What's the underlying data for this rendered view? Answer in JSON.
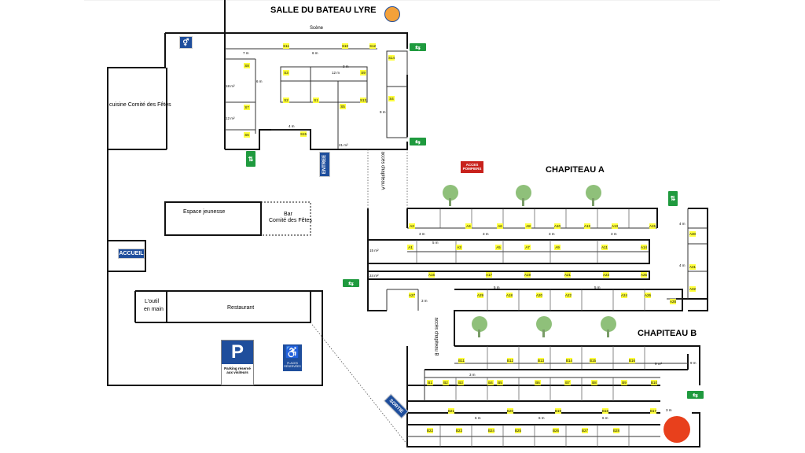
{
  "titles": {
    "salle": "SALLE DU BATEAU LYRE",
    "chapiteau_a": "CHAPITEAU A",
    "chapiteau_b": "CHAPITEAU B"
  },
  "rooms": {
    "scene": "Scène",
    "cuisine": "cuisine Comité des Fêtes",
    "espace_jeunesse": "Espace jeunesse",
    "bar_line1": "Bar",
    "bar_line2": "Comité des Fêtes",
    "outil_line1": "L'outil",
    "outil_line2": "en main",
    "restaurant": "Restaurant"
  },
  "signs": {
    "accueil": "ACCUEIL",
    "entree": "ENTREE",
    "sortie": "SORTIE",
    "acces_pompiers_line1": "ACCES",
    "acces_pompiers_line2": "POMPIERS",
    "acces_chapiteau_a": "accès chapiteau A",
    "acces_chapiteau_b": "accès chapiteau B",
    "parking_letter": "P",
    "parking_text": "Parking réservé aux visiteurs",
    "handicap_text": "PLACES RÉSERVÉES"
  },
  "stand_tags": {
    "salle": [
      "S8",
      "S7",
      "S6",
      "S3",
      "S2",
      "S1",
      "S11",
      "S10",
      "S12",
      "S9",
      "S13",
      "S14",
      "S4",
      "S5",
      "S15"
    ],
    "chapiteau_a": [
      "A2",
      "A4",
      "A6",
      "A8",
      "A10",
      "A12",
      "A13",
      "A15",
      "A1",
      "A3",
      "A5",
      "A7",
      "A9",
      "A11",
      "A14",
      "A16",
      "A17",
      "A19",
      "A21",
      "A23",
      "A25",
      "A27",
      "A29",
      "A18",
      "A20",
      "A22",
      "A24",
      "A26",
      "A28",
      "A30",
      "A31",
      "A32"
    ],
    "chapiteau_b": [
      "B1",
      "B2",
      "B3",
      "B4",
      "B5",
      "B6",
      "B7",
      "B8",
      "B9",
      "B10",
      "B11",
      "B12",
      "B13",
      "B14",
      "B15",
      "B16",
      "B17",
      "B18",
      "B19",
      "B20",
      "B21",
      "B22",
      "B23",
      "B24",
      "B25",
      "B26",
      "B27",
      "B28"
    ]
  },
  "measures": {
    "m3": "3 m",
    "m4": "4 m",
    "m5": "5 m",
    "m6": "6 m",
    "m7": "7 m",
    "m9": "9 m",
    "m12": "12 m",
    "a9": "9 m²",
    "a12": "12 m²",
    "a15": "15 m²",
    "a18": "18 m²",
    "a21": "21 m²",
    "a24": "24 m²"
  },
  "colors": {
    "exit_green": "#1f9a3e",
    "info_blue": "#1f4e9c",
    "fire_red": "#c8221c",
    "tag_yellow": "#ffff3c",
    "tree_green": "#8fc07a",
    "marker_red": "#e8401c"
  }
}
